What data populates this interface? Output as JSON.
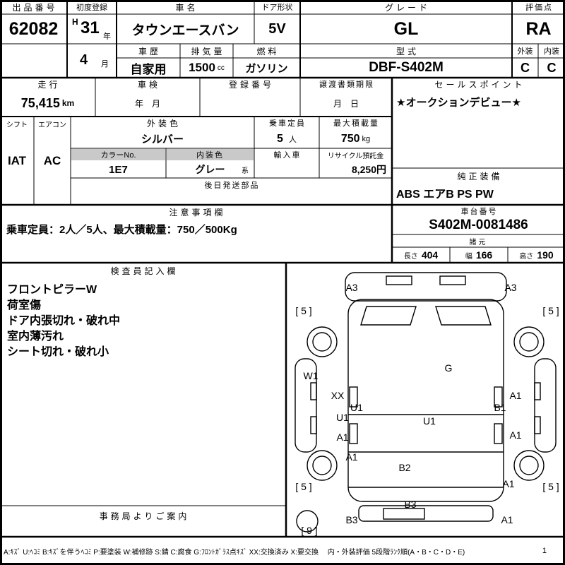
{
  "header": {
    "auction_no_label": "出品番号",
    "auction_no": "62082",
    "first_reg_label": "初度登録",
    "first_reg_era": "H",
    "first_reg_year": "31",
    "first_reg_year_unit": "年",
    "first_reg_month": "4",
    "first_reg_month_unit": "月",
    "car_name_label": "車名",
    "car_name": "タウンエースバン",
    "door_shape_label": "ドア形状",
    "door_shape": "5V",
    "grade_label": "グレード",
    "grade": "GL",
    "score_label": "評価点",
    "score": "RA",
    "history_label": "車歴",
    "history": "自家用",
    "displacement_label": "排気量",
    "displacement": "1500",
    "displacement_unit": "cc",
    "fuel_label": "燃料",
    "fuel": "ガソリン",
    "model_label": "型式",
    "model": "DBF-S402M",
    "exterior_label": "外装",
    "exterior_score": "C",
    "interior_label": "内装",
    "interior_score": "C"
  },
  "registration": {
    "mileage_label": "走行",
    "mileage": "75,415",
    "mileage_unit": "km",
    "inspection_label": "車検",
    "inspection_value": "年　月",
    "reg_no_label": "登録番号",
    "transfer_label": "譲渡書類期限",
    "transfer_value": "月　日"
  },
  "sales": {
    "sales_point_label": "セールスポイント",
    "sales_point": "★オークションデビュー★",
    "equipment_label": "純正装備",
    "equipment": "ABS エアB PS PW"
  },
  "condition": {
    "shift_label": "シフト",
    "shift": "IAT",
    "aircon_label": "エアコン",
    "aircon": "AC",
    "ext_color_label": "外装色",
    "ext_color": "シルバー",
    "capacity_label": "乗車定員",
    "capacity": "5",
    "capacity_unit": "人",
    "max_load_label": "最大積載量",
    "max_load": "750",
    "max_load_unit": "kg",
    "color_no_label": "カラーNo.",
    "color_no": "1E7",
    "int_color_label": "内装色",
    "int_color": "グレー",
    "int_color_unit": "系",
    "import_label": "輸入車",
    "recycle_label": "リサイクル預託金",
    "recycle": "8,250円",
    "later_parts_label": "後日発送部品"
  },
  "caution": {
    "label": "注意事項欄",
    "text": "乗車定員：2人／5人、最大積載量：750／500Kg"
  },
  "chassis": {
    "label": "車台番号",
    "number": "S402M-0081486",
    "spec_label": "諸元",
    "length_label": "長さ",
    "length": "404",
    "width_label": "幅",
    "width": "166",
    "height_label": "高さ",
    "height": "190"
  },
  "inspector": {
    "label": "検査員記入欄",
    "notes": [
      "フロントピラーW",
      "荷室傷",
      "ドア内張切れ・破れ中",
      "室内薄汚れ",
      "シート切れ・破れ小"
    ],
    "office_label": "事務局よりご案内"
  },
  "diagram": {
    "markers": [
      "A3",
      "A3",
      "[ 5 ]",
      "[ 5 ]",
      "W1",
      "XX",
      "U1",
      "A1",
      "U1",
      "B1",
      "G",
      "U1",
      "A1",
      "A1",
      "A1",
      "B2",
      "A1",
      "[ 5 ]",
      "[ 5 ]",
      "B3",
      "B3",
      "A1",
      "[ 9 ]"
    ]
  },
  "legend": {
    "text": "A:ｷｽﾞ U:ﾍｺﾐ B:ｷｽﾞを伴うﾍｺﾐ P:要塗装 W:補修跡 S:錆 C:腐食 G:ﾌﾛﾝﾄｶﾞﾗｽ点ｷｽﾞ XX:交換済み X:要交換　 内・外装評価 5段階ﾗﾝｸ順(A・B・C・D・E)",
    "page": "1"
  }
}
